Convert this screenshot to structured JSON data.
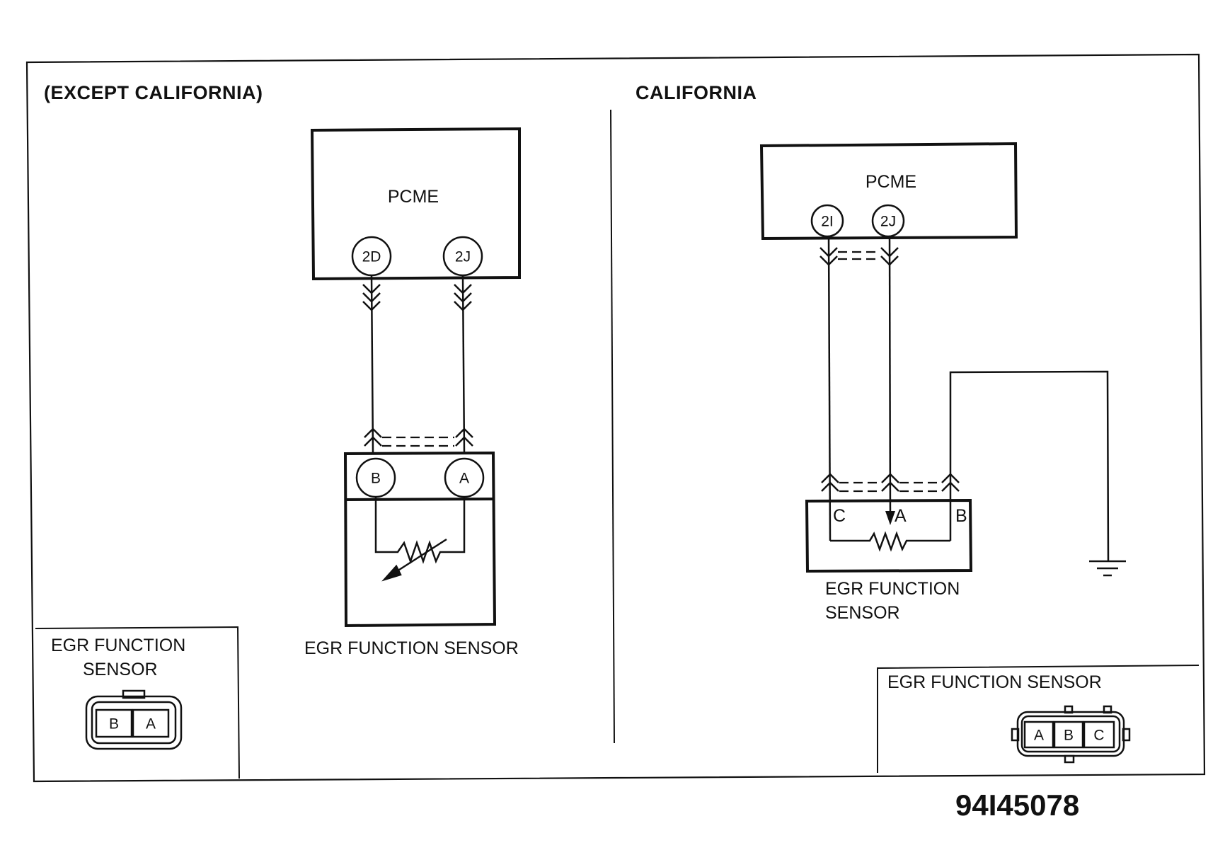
{
  "left": {
    "title": "(EXCEPT CALIFORNIA)",
    "pcme_label": "PCME",
    "pcme_pins": [
      "2D",
      "2J"
    ],
    "sensor_pins": [
      "B",
      "A"
    ],
    "sensor_label": "EGR FUNCTION SENSOR",
    "inset": {
      "label_line1": "EGR FUNCTION",
      "label_line2": "SENSOR",
      "pins": [
        "B",
        "A"
      ]
    }
  },
  "right": {
    "title": "CALIFORNIA",
    "pcme_label": "PCME",
    "pcme_pins": [
      "2I",
      "2J"
    ],
    "sensor_pins": [
      "C",
      "A",
      "B"
    ],
    "sensor_label_line1": "EGR FUNCTION",
    "sensor_label_line2": "SENSOR",
    "inset": {
      "label": "EGR FUNCTION SENSOR",
      "pins": [
        "A",
        "B",
        "C"
      ]
    }
  },
  "figure_code": "94I45078"
}
